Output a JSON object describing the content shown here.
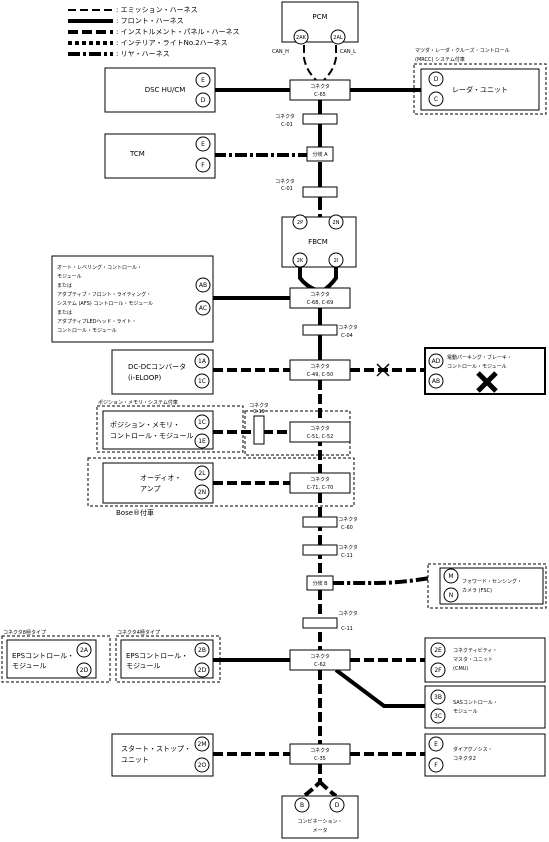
{
  "legend": [
    {
      "type": "em",
      "label": ": エミッション・ハーネス"
    },
    {
      "type": "fr",
      "label": ": フロント・ハーネス"
    },
    {
      "type": "ip",
      "label": ": インストルメント・パネル・ハーネス"
    },
    {
      "type": "il",
      "label": ": インテリア・ライトNo.2ハーネス"
    },
    {
      "type": "rr",
      "label": ": リヤ・ハーネス"
    }
  ],
  "pcm": {
    "label": "PCM",
    "pin_left": "2AK",
    "pin_right": "2AL",
    "can_h": "CAN_H",
    "can_l": "CAN_L"
  },
  "connector_word": "コネクタ",
  "c65": "C-65",
  "c01a": "C-01",
  "c01b": "C-01",
  "c68": "C-68, C-69",
  "c04": "C-04",
  "c49": "C-49, C-50",
  "c19": "C-19",
  "c51": "C-51, C-52",
  "c71": "C-71, C-70",
  "c60": "C-60",
  "c11a": "C-11",
  "c11b": "C-11",
  "c62": "C-62",
  "c35": "C-35",
  "branch_a": "分岐 A",
  "branch_b": "分岐 B",
  "dsc": {
    "label": "DSC HU/CM",
    "p1": "E",
    "p2": "D"
  },
  "tcm": {
    "label": "TCM",
    "p1": "E",
    "p2": "F"
  },
  "mrcc": {
    "title1": "マツダ・レーダ・クルーズ・コントロール",
    "title2": "(MRCC) システム付車",
    "label": "レーダ・ユニット",
    "p1": "D",
    "p2": "C"
  },
  "fbcm": {
    "label": "FBCM",
    "p_tl": "2P",
    "p_tr": "2N",
    "p_bl": "2K",
    "p_br": "2I"
  },
  "afs": {
    "lines": [
      "オート・レベリング・コントロール・",
      "モジュール",
      "または",
      "アダプティブ・フロント・ライティング・",
      "システム (AFS) コントロール・モジュール",
      "または",
      "アダプティブLEDヘッド・ライト・",
      "コントロール・モジュール"
    ],
    "p1": "AB",
    "p2": "AC"
  },
  "dcdc": {
    "line1": "DC-DCコンバータ",
    "line2": "(i-ELOOP)",
    "p1": "1A",
    "p2": "1C"
  },
  "epb": {
    "line1": "電動パーキング・ブレーキ・",
    "line2": "コントロール・モジュール",
    "p1": "AD",
    "p2": "AB"
  },
  "posmem": {
    "title": "ポジション・メモリ・システム付車",
    "line1": "ポジション・メモリ・",
    "line2": "コントロール・モジュール",
    "p1": "1C",
    "p2": "1E"
  },
  "audio": {
    "line1": "オーディオ・",
    "line2": "アンプ",
    "p1": "2L",
    "p2": "2N",
    "footer": "Bose®付車"
  },
  "fsc": {
    "line1": "フォワード・センシング・",
    "line2": "カメラ (FSC)",
    "p1": "M",
    "p2": "N"
  },
  "eps8": {
    "title": "コネクタ8極タイプ",
    "line1": "EPSコントロール・",
    "line2": "モジュール",
    "p1": "2A",
    "p2": "2D"
  },
  "eps4": {
    "title": "コネクタ4極タイプ",
    "line1": "EPSコントロール・",
    "line2": "モジュール",
    "p1": "2B",
    "p2": "2D"
  },
  "cmu": {
    "line1": "コネクティビティ・",
    "line2": "マスタ・ユニット",
    "line3": "(CMU)",
    "p1": "2E",
    "p2": "2F"
  },
  "sas": {
    "line1": "SASコントロール・",
    "line2": "モジュール",
    "p1": "3B",
    "p2": "3C"
  },
  "ss": {
    "line1": "スタート・ストップ・",
    "line2": "ユニット",
    "p1": "2M",
    "p2": "2O"
  },
  "diag": {
    "line1": "ダイアグノシス・",
    "line2": "コネクタ2",
    "p1": "E",
    "p2": "F"
  },
  "combi": {
    "line1": "コンビネーション・",
    "line2": "メータ",
    "p1": "B",
    "p2": "D"
  }
}
